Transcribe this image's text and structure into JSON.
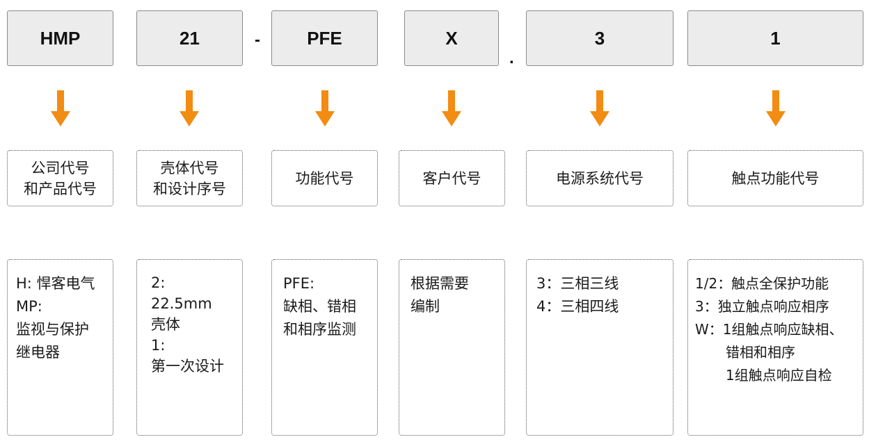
{
  "codes": [
    "HMP",
    "21",
    "PFE",
    "X",
    "3",
    "1"
  ],
  "separators": [
    "-",
    "."
  ],
  "labels": [
    [
      "公司代号",
      "和产品代号"
    ],
    [
      "壳体代号",
      "和设计序号"
    ],
    [
      "功能代号"
    ],
    [
      "客户代号"
    ],
    [
      "电源系统代号"
    ],
    [
      "触点功能代号"
    ]
  ],
  "descriptions": [
    [
      "H: 悍客电气",
      "MP:",
      "监视与保护",
      "继电器"
    ],
    [
      "2:",
      "22.5mm",
      "壳体",
      "1:",
      "第一次设计"
    ],
    [
      "PFE:",
      "缺相、错相",
      "和相序监测"
    ],
    [
      "根据需要",
      "编制"
    ],
    [
      "3：三相三线",
      "4：三相四线"
    ],
    [
      "1/2：触点全保护功能",
      "3：独立触点响应相序",
      "W：1组触点响应缺相、",
      "错相和相序",
      "1组触点响应自检"
    ]
  ],
  "colors": {
    "arrow": "#f28c12",
    "code_bg": "#ececec"
  },
  "icons": [
    "arrow-down-icon"
  ]
}
